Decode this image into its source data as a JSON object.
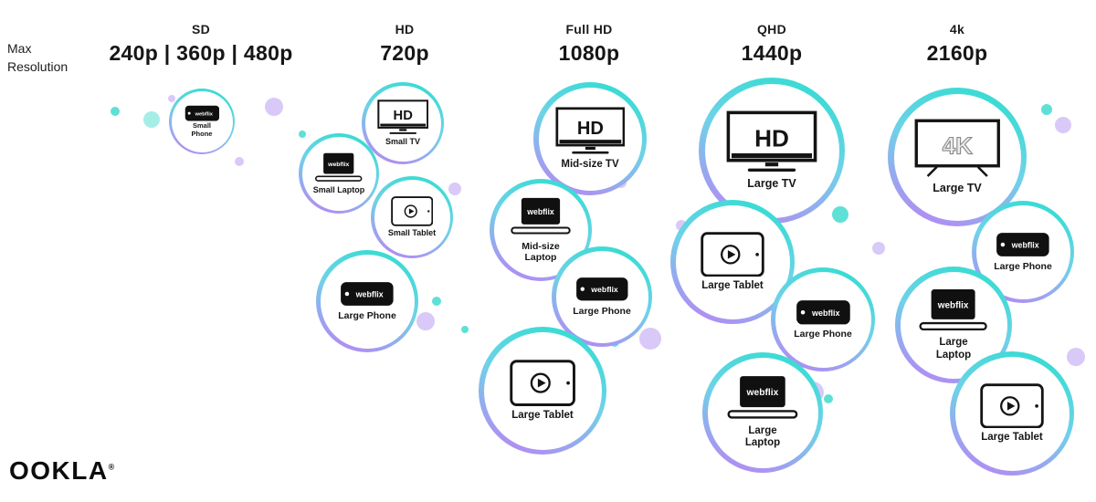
{
  "brand": {
    "name": "OOKLA",
    "registered": "®"
  },
  "axis": {
    "label": "Max\nResolution"
  },
  "columns": [
    {
      "category": "SD",
      "resolution": "240p | 360p | 480p"
    },
    {
      "category": "HD",
      "resolution": "720p"
    },
    {
      "category": "Full HD",
      "resolution": "1080p"
    },
    {
      "category": "QHD",
      "resolution": "1440p"
    },
    {
      "category": "4k",
      "resolution": "2160p"
    }
  ],
  "screen_text": {
    "webflix": "webflix",
    "hd": "HD",
    "uhd": "4K"
  },
  "bubbles": [
    {
      "label": "Small\nPhone",
      "device": "phone",
      "category": "SD"
    },
    {
      "label": "Small TV",
      "device": "tv-hd",
      "category": "HD"
    },
    {
      "label": "Small Laptop",
      "device": "laptop",
      "category": "HD"
    },
    {
      "label": "Small Tablet",
      "device": "tablet",
      "category": "HD"
    },
    {
      "label": "Large Phone",
      "device": "phone",
      "category": "HD"
    },
    {
      "label": "Mid-size TV",
      "device": "tv-hd",
      "category": "Full HD"
    },
    {
      "label": "Mid-size\nLaptop",
      "device": "laptop",
      "category": "Full HD"
    },
    {
      "label": "Large Phone",
      "device": "phone",
      "category": "Full HD"
    },
    {
      "label": "Large Tablet",
      "device": "tablet",
      "category": "Full HD"
    },
    {
      "label": "Large TV",
      "device": "tv-hd",
      "category": "QHD"
    },
    {
      "label": "Large Tablet",
      "device": "tablet",
      "category": "QHD"
    },
    {
      "label": "Large Phone",
      "device": "phone",
      "category": "QHD"
    },
    {
      "label": "Large\nLaptop",
      "device": "laptop",
      "category": "QHD"
    },
    {
      "label": "Large TV",
      "device": "tv-4k",
      "category": "4k"
    },
    {
      "label": "Large Phone",
      "device": "phone",
      "category": "4k"
    },
    {
      "label": "Large\nLaptop",
      "device": "laptop",
      "category": "4k"
    },
    {
      "label": "Large Tablet",
      "device": "tablet",
      "category": "4k"
    }
  ],
  "colors": {
    "gradient_start": "#35dcd2",
    "gradient_end": "#b18df3",
    "dot_teal": "#5fe0d7",
    "dot_lavender": "#d9c9f8",
    "text": "#1c1c1c"
  }
}
